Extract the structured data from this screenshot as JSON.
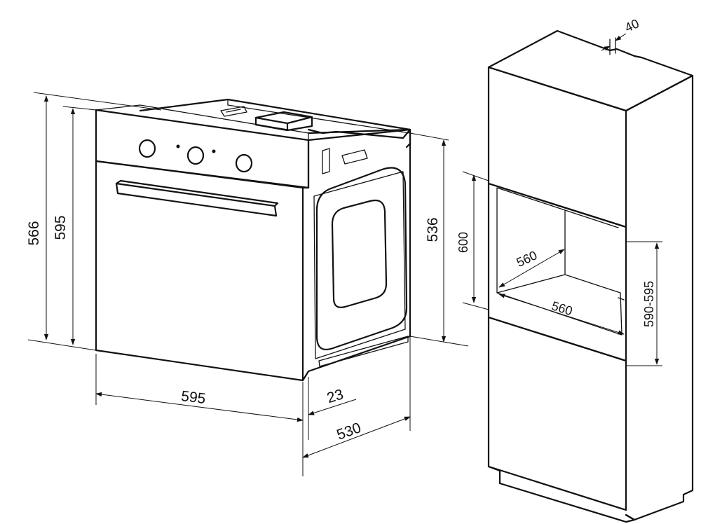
{
  "figure": {
    "oven": {
      "dimensions": {
        "height_outer": "566",
        "height_front": "595",
        "height_body": "536",
        "width": "595",
        "front_offset": "23",
        "depth": "530"
      }
    },
    "cabinet": {
      "dimensions": {
        "ventilation_gap": "40",
        "niche_height": "600",
        "niche_width": "560",
        "niche_depth": "560",
        "oven_slot_height": "590-595"
      }
    }
  }
}
